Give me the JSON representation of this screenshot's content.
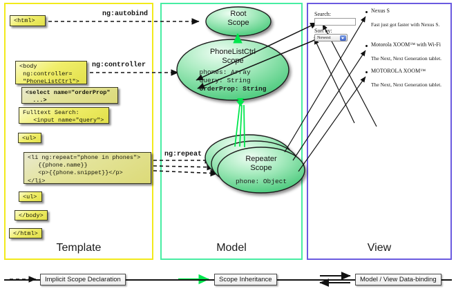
{
  "panels": {
    "template": {
      "label": "Template",
      "accent": "#f2ea1a"
    },
    "model": {
      "label": "Model",
      "accent": "#47eda2"
    },
    "view": {
      "label": "View",
      "accent": "#6a5ae0"
    }
  },
  "template_code": [
    {
      "id": "html-open",
      "text": "<html>"
    },
    {
      "id": "body-open",
      "text": "<body\n ng:controller=\n \"PhoneListCtrl\">"
    },
    {
      "id": "select-tag",
      "text": "<select name=\"orderProp\"\n  ...>"
    },
    {
      "id": "search-input",
      "text": "Fulltext Search:\n   <input name=\"query\">"
    },
    {
      "id": "ul-open",
      "text": "<ul>"
    },
    {
      "id": "li-repeat",
      "text": "<li ng:repeat=\"phone in phones\">\n   {{phone.name}}\n   <p>{{phone.snippet}}</p>\n</li>"
    },
    {
      "id": "ul-close",
      "text": "<ul>"
    },
    {
      "id": "body-close",
      "text": "</body>"
    },
    {
      "id": "html-close",
      "text": "</html>"
    }
  ],
  "wire_captions": {
    "autobind": "ng:autobind",
    "controller": "ng:controller",
    "repeat": "ng:repeat"
  },
  "scopes": [
    {
      "id": "root-scope",
      "title_line1": "Root",
      "title_line2": "Scope",
      "props": []
    },
    {
      "id": "phonelistctrl-scope",
      "title_line1": "PhoneListCtrl",
      "title_line2": "Scope",
      "props": [
        {
          "text": "phones: Array",
          "bold": false
        },
        {
          "text": "query: String",
          "bold": false
        },
        {
          "text": "orderProp: String",
          "bold": true
        }
      ]
    },
    {
      "id": "repeater-scope",
      "title_line1": "Repeater",
      "title_line2": "Scope",
      "props": [
        {
          "text": "phone: Object",
          "bold": false
        }
      ]
    }
  ],
  "view": {
    "search_label": "Search:",
    "search_value": "",
    "sort_label": "Sort by:",
    "sort_selected": "Newest",
    "phones": [
      {
        "name": "Nexus S",
        "snippet": "Fast just got faster with Nexus S."
      },
      {
        "name": "Motorola XOOM™  with Wi-Fi",
        "snippet": "The Next, Next Generation tablet."
      },
      {
        "name": "MOTOROLA XOOM™",
        "snippet": "The Next, Next Generation tablet."
      }
    ]
  },
  "legend": [
    {
      "id": "implicit-scope-declaration",
      "label": "Implicit Scope Declaration",
      "style": "dashed-arrow",
      "color": "#111111"
    },
    {
      "id": "scope-inheritance",
      "label": "Scope Inheritance",
      "style": "solid-arrow",
      "color": "#00e64d"
    },
    {
      "id": "model-view-data-binding",
      "label": "Model / View Data-binding",
      "style": "double-arrow",
      "color": "#111111"
    }
  ],
  "colors": {
    "scope_fill_light": "#e8fbee",
    "scope_fill_mid": "#8fe3ab",
    "scope_fill_deep": "#4dcd7d",
    "code_fill": "#f0ee6a",
    "inheritance_green": "#00e64d"
  }
}
